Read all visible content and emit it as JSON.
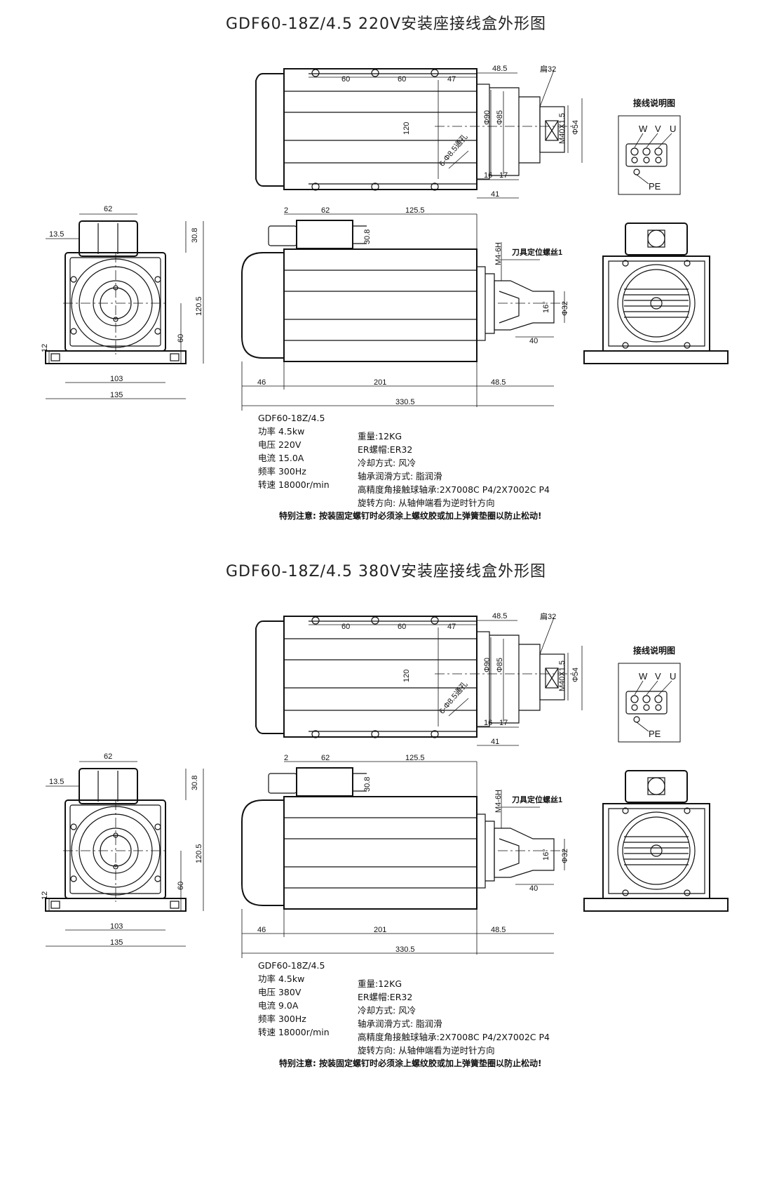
{
  "sheets": [
    {
      "title": "GDF60-18Z/4.5 220V安装座接线盒外形图",
      "top_dims": {
        "a": "48.5",
        "b": "60",
        "c": "60",
        "d": "47",
        "flat": "扁32",
        "h120": "120",
        "d90": "Φ90",
        "d85": "Φ85",
        "thread": "M40X1.5",
        "d54": "Φ54",
        "holes": "6-Φ8.5通孔",
        "l16": "16",
        "l17": "17",
        "l41": "41"
      },
      "wiring": {
        "title": "接线说明图",
        "w": "W",
        "v": "V",
        "u": "U",
        "pe": "PE"
      },
      "front_dims": {
        "w62": "62",
        "h13": "13.5",
        "h30": "30.8",
        "h120": "120.5",
        "h60": "60",
        "h12": "12",
        "w103": "103",
        "w135": "135"
      },
      "side_dims": {
        "d2": "2",
        "d62": "62",
        "d125": "125.5",
        "d30": "30.8",
        "m4": "M4-6H",
        "screw": "刀具定位螺丝1",
        "ang": "16°",
        "d32": "Φ32",
        "d40": "40",
        "d46": "46",
        "d201": "201",
        "d48": "48.5",
        "total": "330.5"
      },
      "specs_left": [
        "GDF60-18Z/4.5",
        "功率  4.5kw",
        "电压  220V",
        "电流  15.0A",
        "频率  300Hz",
        "转速  18000r/min"
      ],
      "specs_right": [
        "重量:12KG",
        "ER螺帽:ER32",
        "冷却方式: 风冷",
        "轴承润滑方式: 脂润滑",
        "高精度角接触球轴承:2X7008C P4/2X7002C P4",
        "旋转方向: 从轴伸端看为逆时针方向"
      ],
      "note": "特别注意: 按装固定螺钉时必须涂上螺纹胶或加上弹簧垫圈以防止松动!"
    },
    {
      "title": "GDF60-18Z/4.5 380V安装座接线盒外形图",
      "top_dims": {
        "a": "48.5",
        "b": "60",
        "c": "60",
        "d": "47",
        "flat": "扁32",
        "h120": "120",
        "d90": "Φ90",
        "d85": "Φ85",
        "thread": "M40X1.5",
        "d54": "Φ54",
        "holes": "6-Φ8.5通孔",
        "l16": "16",
        "l17": "17",
        "l41": "41"
      },
      "wiring": {
        "title": "接线说明图",
        "w": "W",
        "v": "V",
        "u": "U",
        "pe": "PE"
      },
      "front_dims": {
        "w62": "62",
        "h13": "13.5",
        "h30": "30.8",
        "h120": "120.5",
        "h60": "60",
        "h12": "12",
        "w103": "103",
        "w135": "135"
      },
      "side_dims": {
        "d2": "2",
        "d62": "62",
        "d125": "125.5",
        "d30": "30.8",
        "m4": "M4-6H",
        "screw": "刀具定位螺丝1",
        "ang": "16°",
        "d32": "Φ32",
        "d40": "40",
        "d46": "46",
        "d201": "201",
        "d48": "48.5",
        "total": "330.5"
      },
      "specs_left": [
        "GDF60-18Z/4.5",
        "功率  4.5kw",
        "电压  380V",
        "电流  9.0A",
        "频率  300Hz",
        "转速  18000r/min"
      ],
      "specs_right": [
        "重量:12KG",
        "ER螺帽:ER32",
        "冷却方式: 风冷",
        "轴承润滑方式: 脂润滑",
        "高精度角接触球轴承:2X7008C P4/2X7002C P4",
        "旋转方向: 从轴伸端看为逆时针方向"
      ],
      "note": "特别注意: 按装固定螺钉时必须涂上螺纹胶或加上弹簧垫圈以防止松动!"
    }
  ]
}
